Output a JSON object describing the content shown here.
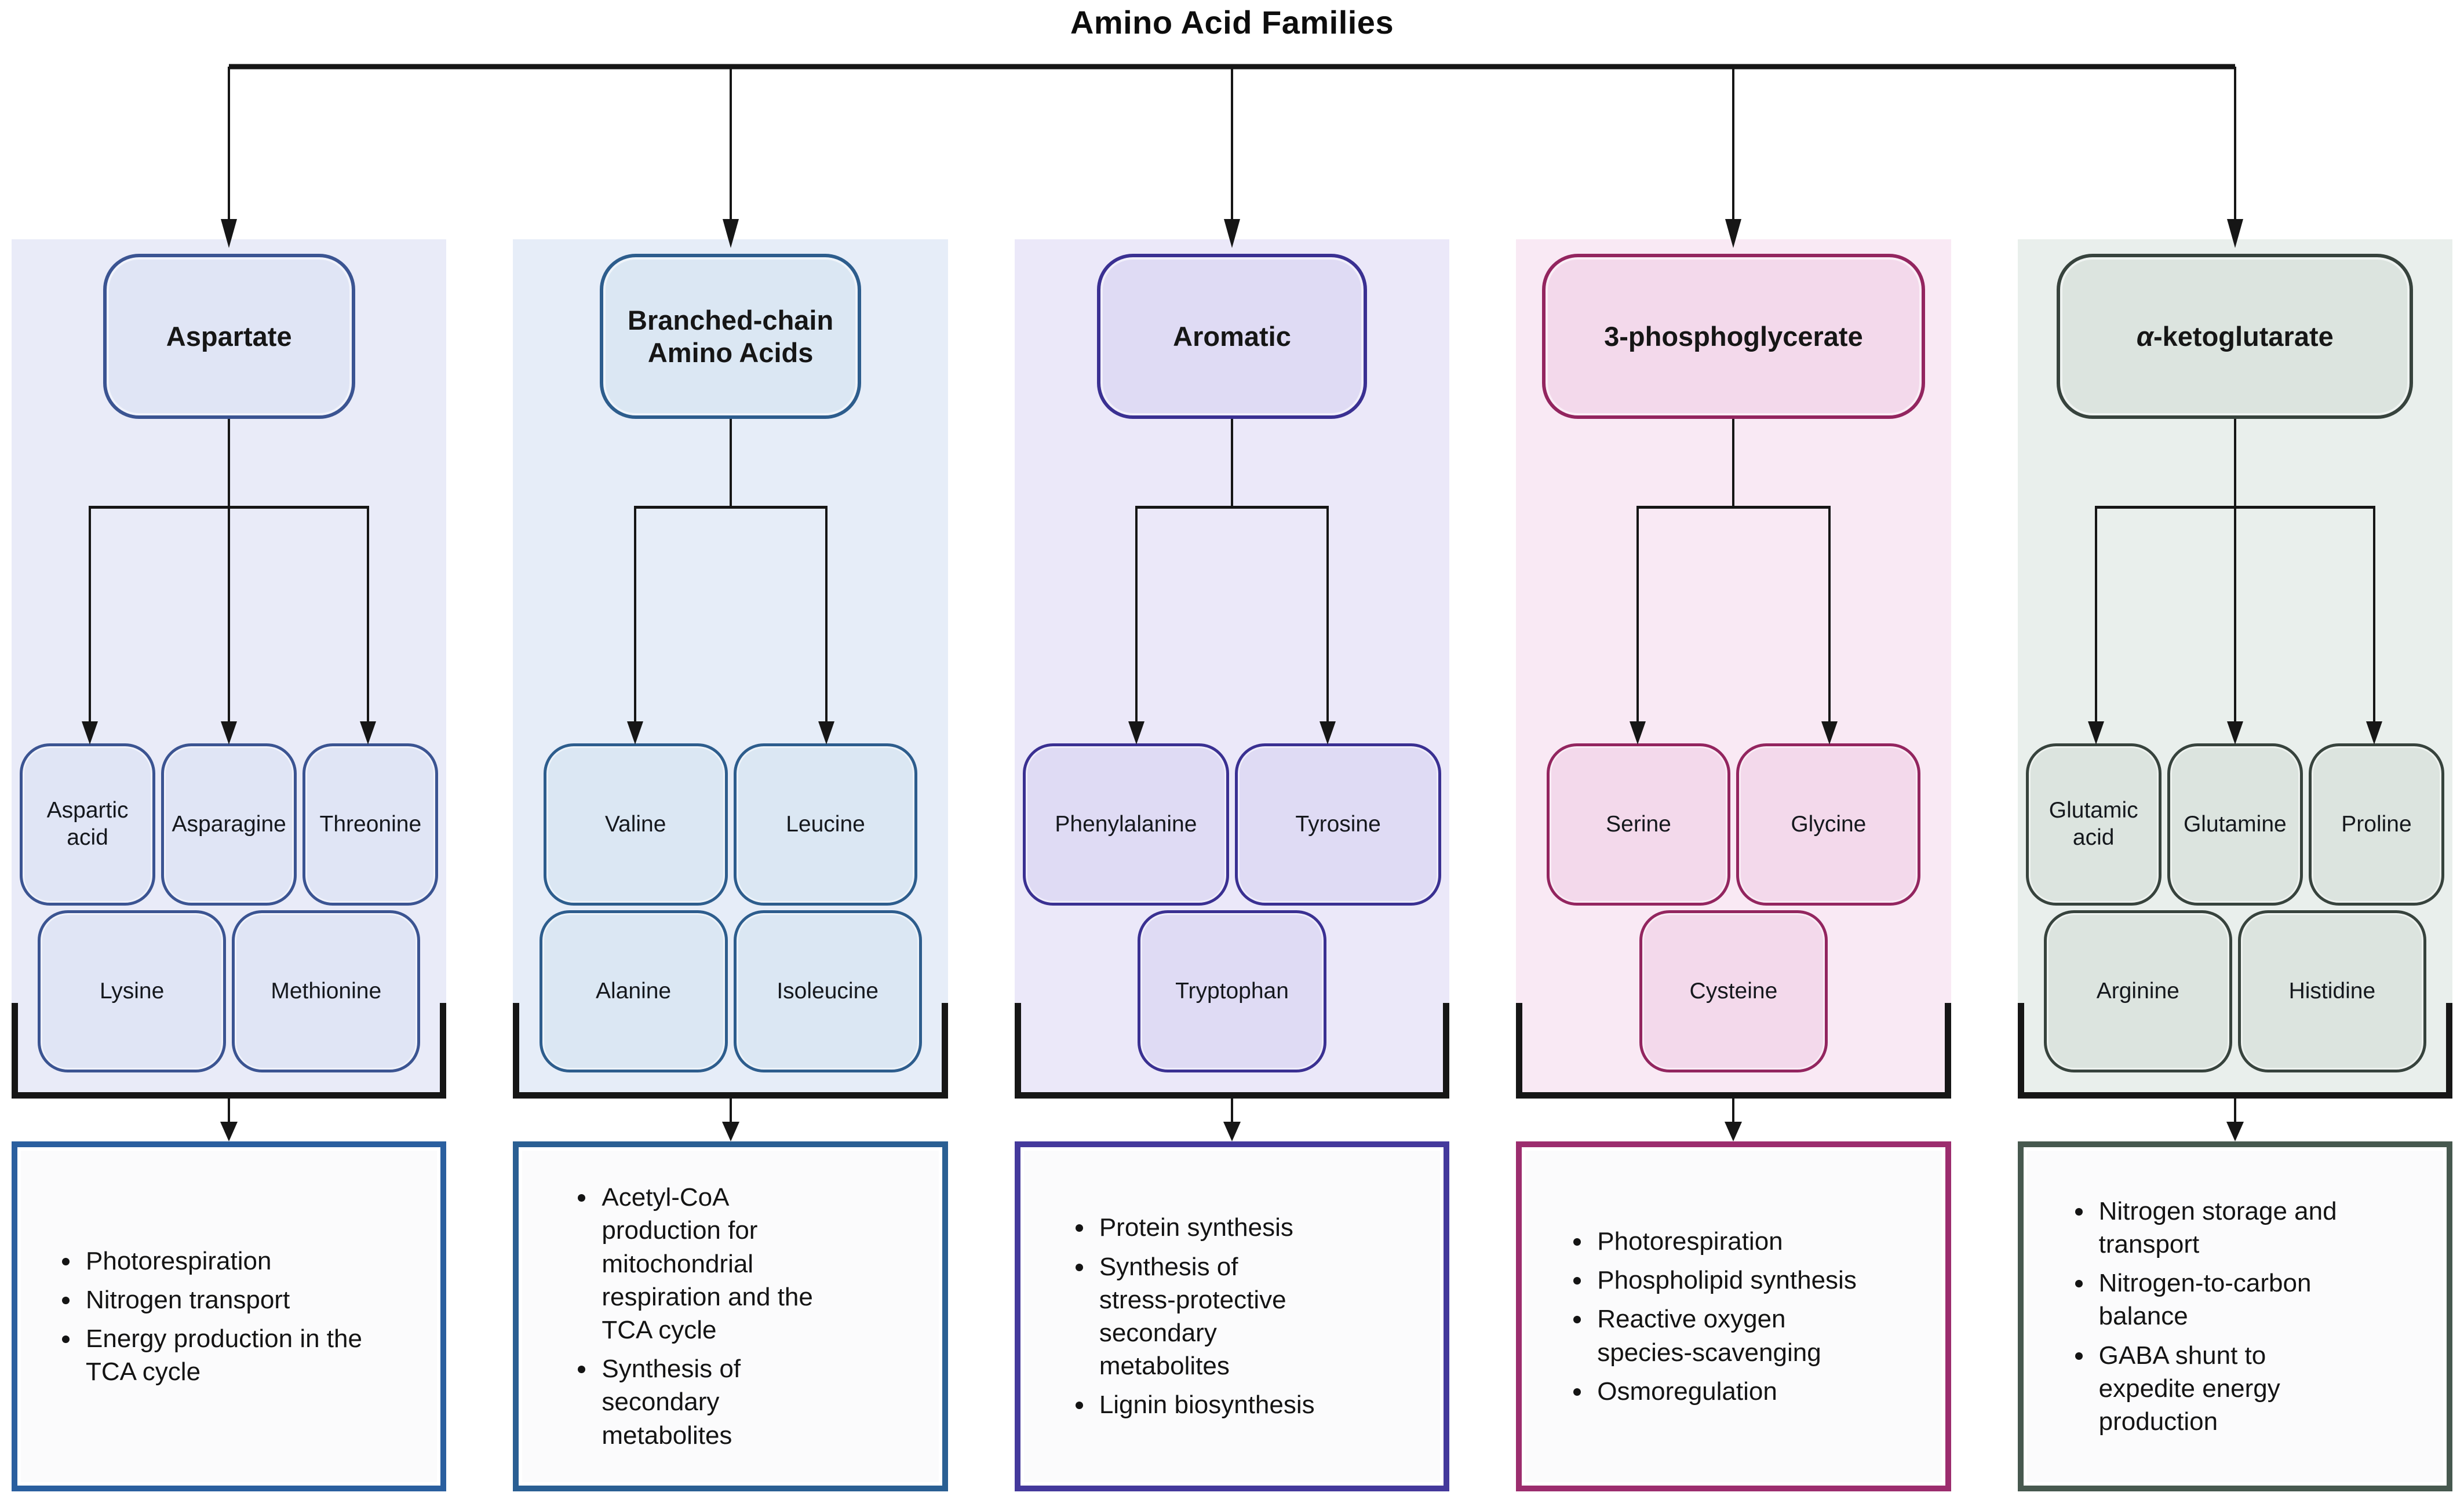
{
  "title": "Amino Acid Families",
  "connector_color": "#161616",
  "columns": [
    {
      "id": "aspartate",
      "family_italic": "",
      "family": "Aspartate",
      "amino_acids_row1": [
        "Aspartic acid",
        "Asparagine",
        "Threonine"
      ],
      "amino_acids_row2": [
        "Lysine",
        "Methionine"
      ],
      "functions": [
        "Photorespiration",
        "Nitrogen transport",
        "Energy production in the TCA cycle"
      ],
      "colors": {
        "accent": "#3b5492",
        "panel_bg": "#e9ebf8",
        "box_bg": "#e0e5f5",
        "func_border": "#2a5f9f"
      }
    },
    {
      "id": "branched-chain-amino-acids",
      "family_italic": "",
      "family": "Branched-chain Amino Acids",
      "amino_acids_row1": [
        "Valine",
        "Leucine"
      ],
      "amino_acids_row2": [
        "Alanine",
        "Isoleucine"
      ],
      "functions": [
        "Acetyl-CoA production for mitochondrial respiration and the TCA cycle",
        "Synthesis of secondary metabolites"
      ],
      "colors": {
        "accent": "#2d5d8d",
        "panel_bg": "#e6edf8",
        "box_bg": "#dbe7f3",
        "func_border": "#2a5f93"
      }
    },
    {
      "id": "aromatic",
      "family_italic": "",
      "family": "Aromatic",
      "amino_acids_row1": [
        "Phenylalanine",
        "Tyrosine"
      ],
      "amino_acids_row2": [
        "Tryptophan"
      ],
      "functions": [
        "Protein synthesis",
        "Synthesis of stress-protective secondary metabolites",
        "Lignin biosynthesis"
      ],
      "colors": {
        "accent": "#3a3092",
        "panel_bg": "#ebe8f9",
        "box_bg": "#dfdbf4",
        "func_border": "#44399c"
      }
    },
    {
      "id": "3-phosphoglycerate",
      "family_italic": "",
      "family": "3-phosphoglycerate",
      "amino_acids_row1": [
        "Serine",
        "Glycine"
      ],
      "amino_acids_row2": [
        "Cysteine"
      ],
      "functions": [
        "Photorespiration",
        "Phospholipid synthesis",
        "Reactive oxygen species-scavenging",
        "Osmoregulation"
      ],
      "colors": {
        "accent": "#93255f",
        "panel_bg": "#f9e9f4",
        "box_bg": "#f3d9eb",
        "func_border": "#9c2d6e"
      }
    },
    {
      "id": "alpha-ketoglutarate",
      "family_italic": "α",
      "family": "-ketoglutarate",
      "amino_acids_row1": [
        "Glutamic acid",
        "Glutamine",
        "Proline"
      ],
      "amino_acids_row2": [
        "Arginine",
        "Histidine"
      ],
      "functions": [
        "Nitrogen storage and transport",
        "Nitrogen-to-carbon balance",
        "GABA shunt to expedite energy production"
      ],
      "colors": {
        "accent": "#37433d",
        "panel_bg": "#e9efec",
        "box_bg": "#dce4df",
        "func_border": "#47594f"
      }
    }
  ]
}
